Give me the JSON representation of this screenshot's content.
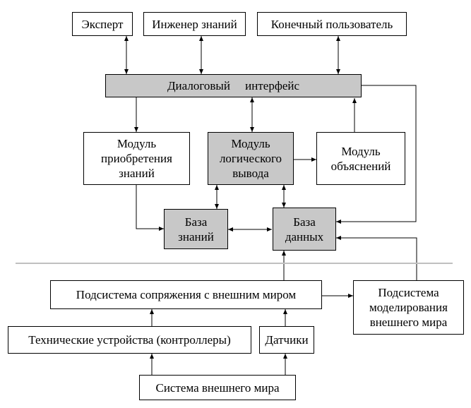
{
  "diagram": {
    "nodes": {
      "expert": "Эксперт",
      "knowledge_engineer": "Инженер знаний",
      "end_user": "Конечный пользователь",
      "dialog_interface": "Диалоговый     интерфейс",
      "acquisition_module": "Модуль\nприобретения\nзнаний",
      "inference_module": "Модуль\nлогического\nвывода",
      "explanation_module": "Модуль\nобъяснений",
      "knowledge_base": "База\nзнаний",
      "database": "База\nданных",
      "interface_subsystem": "Подсистема сопряжения с внешним миром",
      "modeling_subsystem": "Подсистема\nмоделирования\nвнешнего мира",
      "technical_devices": "Технические устройства (контроллеры)",
      "sensors": "Датчики",
      "external_world": "Система внешнего мира"
    },
    "colors": {
      "gray_fill": "#c8c8c8",
      "separator": "#c0c0c0",
      "line": "#000000"
    }
  }
}
